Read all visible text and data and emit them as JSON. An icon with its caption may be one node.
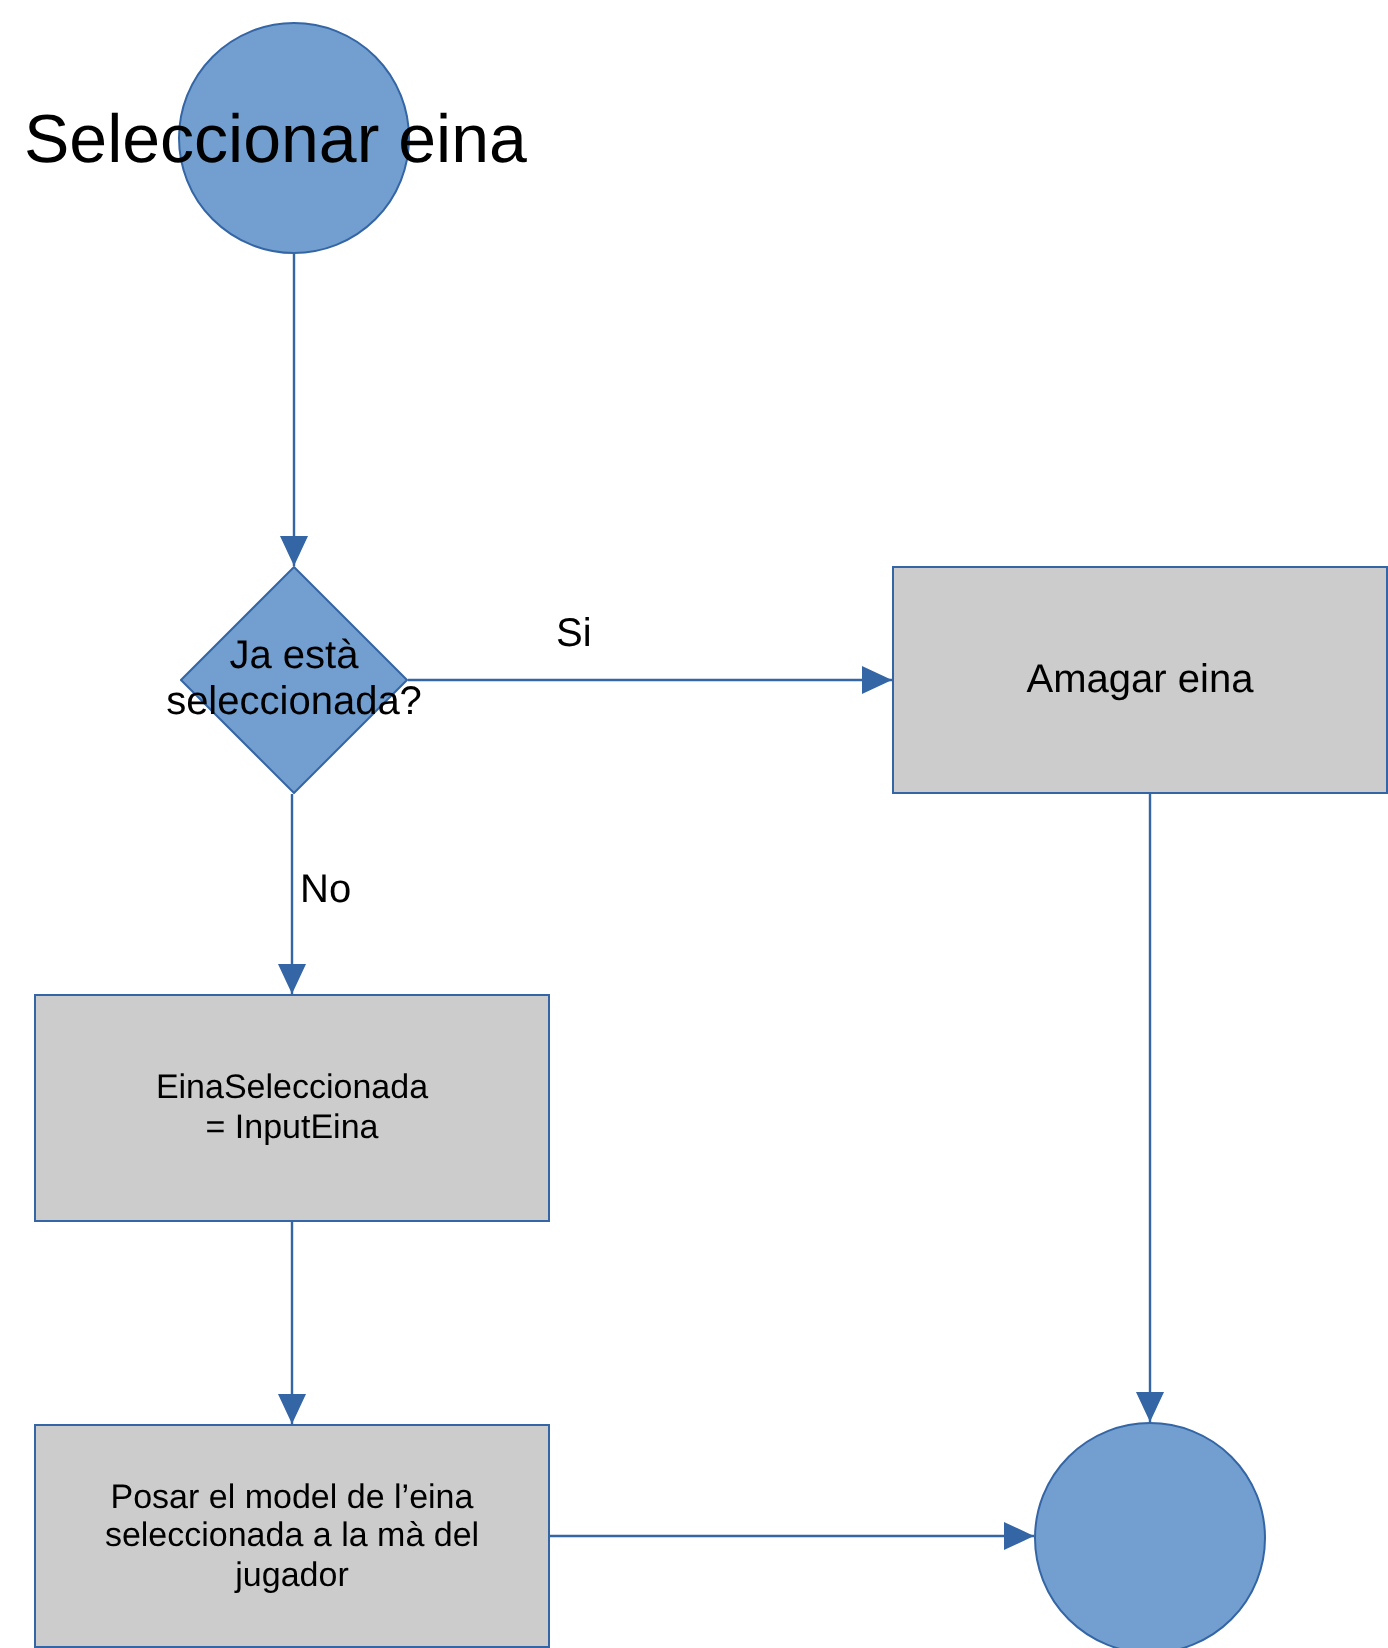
{
  "diagram": {
    "nodes": [
      {
        "text": [
          "Seleccionar eina"
        ]
      },
      {
        "text": [
          "Ja està seleccionada?"
        ]
      },
      {
        "text": [
          "Amagar eina"
        ]
      },
      {
        "text": [
          "EinaSeleccionada = InputEina"
        ]
      },
      {
        "text": [
          "Posar el model de l’eina seleccionada a la mà del jugador"
        ]
      },
      {
        "text": [],
        "shape": "circle"
      }
    ],
    "edges": [
      {
        "from": 0,
        "to": 1,
        "arrow": "to"
      },
      {
        "from": 1,
        "to": 2,
        "arrow": "to",
        "label": "Si"
      },
      {
        "from": 1,
        "to": 3,
        "arrow": "to",
        "label": "No"
      },
      {
        "from": 3,
        "to": 4,
        "arrow": "to"
      },
      {
        "from": 4,
        "to": 5,
        "arrow": "to"
      },
      {
        "from": 2,
        "to": 5,
        "arrow": "to"
      }
    ]
  }
}
